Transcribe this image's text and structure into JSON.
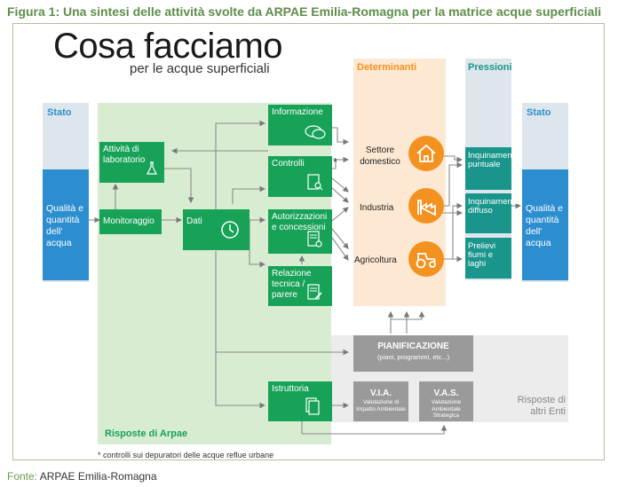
{
  "caption": "Figura 1: Una sintesi delle attività svolte da ARPAE Emilia-Romagna per la matrice acque superficiali",
  "title": "Cosa facciamo",
  "subtitle": "per le acque superficiali",
  "colors": {
    "arpae_green": "#17a258",
    "panel_green": "#d8ecd2",
    "determinanti_orange": "#f39221",
    "pressioni_teal": "#19958c",
    "stato_blue": "#2d8ecf",
    "gray": "#9a9a9a"
  },
  "stato_left": {
    "header": "Stato",
    "text": "Qualità e quantità dell' acqua"
  },
  "stato_right": {
    "header": "Stato",
    "text": "Qualità e quantità dell' acqua"
  },
  "arpae": {
    "label": "Risposte di Arpae",
    "laboratorio": "Attività di laboratorio",
    "monitoraggio": "Monitoraggio",
    "dati": "Dati",
    "informazione": "Informazione",
    "controlli": "Controlli",
    "autorizzazioni": "Autorizzazioni e concessioni",
    "relazione": "Relazione tecnica / parere",
    "istruttoria": "Istruttoria",
    "star": "*"
  },
  "determinanti": {
    "header": "Determinanti",
    "items": [
      "Settore domestico",
      "Industria",
      "Agricoltura"
    ],
    "icons": [
      "house-icon",
      "factory-icon",
      "tractor-icon"
    ]
  },
  "pressioni": {
    "header": "Pressioni",
    "items": [
      "Inquinamento puntuale",
      "Inquinamento diffuso",
      "Prelievi fiumi e laghi"
    ]
  },
  "altri_enti": {
    "label": "Risposte di altri Enti",
    "pianificazione_title": "PIANIFICAZIONE",
    "pianificazione_sub": "(piani, programmi, etc...)",
    "via_title": "V.I.A.",
    "via_sub": "Valutazione di Impatto Ambientale",
    "vas_title": "V.A.S.",
    "vas_sub": "Valutazione Ambientale Strategica"
  },
  "note": "controlli sui depuratori delle acque reflue urbane",
  "footer": {
    "label": "Fonte:",
    "source": "ARPAE Emilia-Romagna"
  }
}
